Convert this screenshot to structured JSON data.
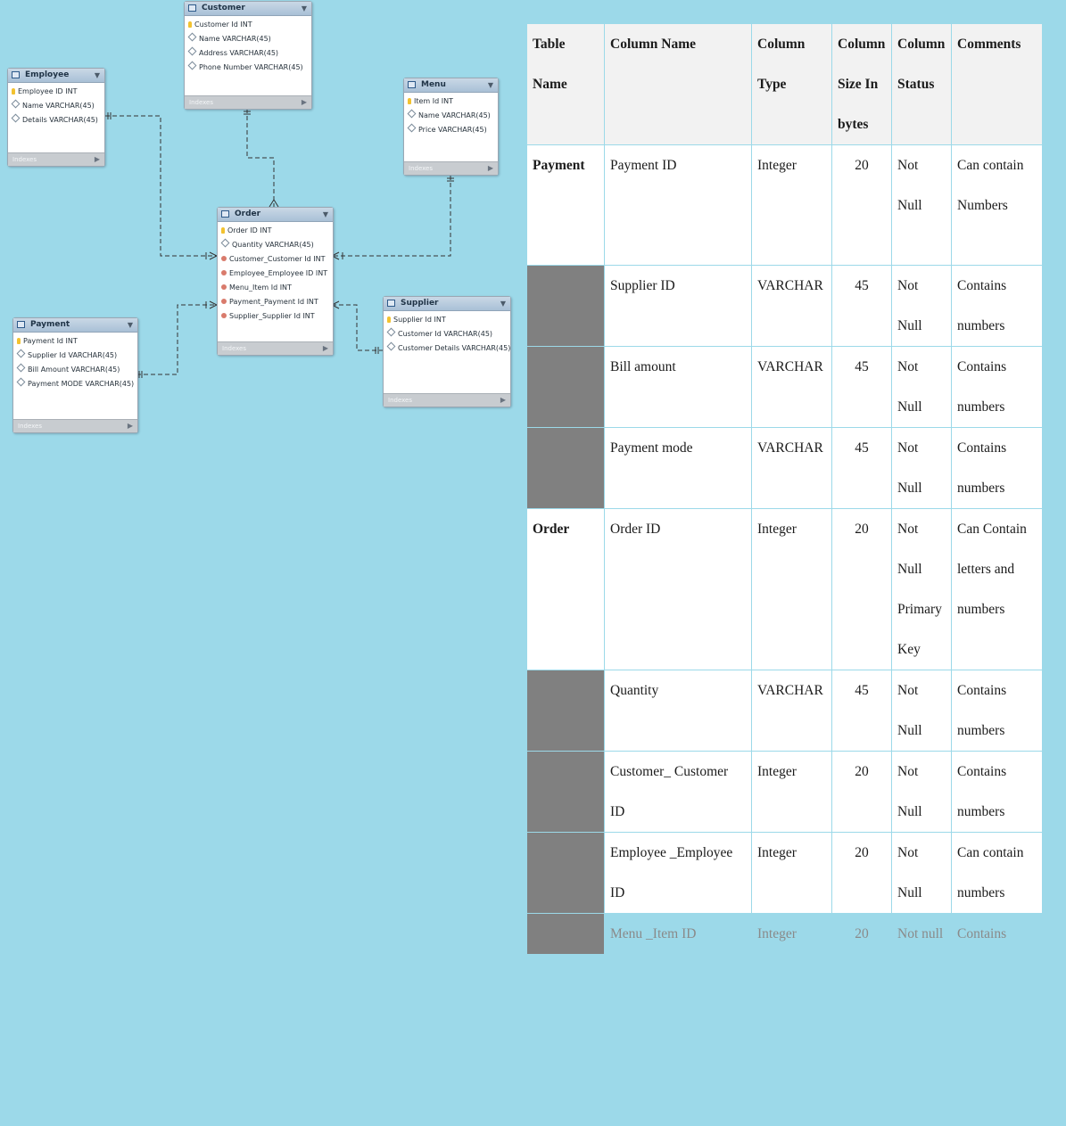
{
  "erd": {
    "entities": {
      "customer": {
        "title": "Customer",
        "columns": [
          "Customer Id INT",
          "Name VARCHAR(45)",
          "Address VARCHAR(45)",
          "Phone Number VARCHAR(45)"
        ],
        "indexes": "Indexes"
      },
      "employee": {
        "title": "Employee",
        "columns": [
          "Employee ID INT",
          "Name VARCHAR(45)",
          "Details VARCHAR(45)"
        ],
        "indexes": "Indexes"
      },
      "menu": {
        "title": "Menu",
        "columns": [
          "Item Id INT",
          "Name VARCHAR(45)",
          "Price VARCHAR(45)"
        ],
        "indexes": "Indexes"
      },
      "order": {
        "title": "Order",
        "columns": [
          "Order ID INT",
          "Quantity VARCHAR(45)",
          "Customer_Customer Id INT",
          "Employee_Employee ID INT",
          "Menu_Item Id INT",
          "Payment_Payment Id INT",
          "Supplier_Supplier Id INT"
        ],
        "indexes": "Indexes"
      },
      "payment": {
        "title": "Payment",
        "columns": [
          "Payment Id INT",
          "Supplier Id VARCHAR(45)",
          "Bill Amount VARCHAR(45)",
          "Payment MODE VARCHAR(45)"
        ],
        "indexes": "Indexes"
      },
      "supplier": {
        "title": "Supplier",
        "columns": [
          "Supplier Id INT",
          "Customer Id VARCHAR(45)",
          "Customer Details VARCHAR(45)"
        ],
        "indexes": "Indexes"
      }
    }
  },
  "table": {
    "headers": {
      "table_name": "Table Name",
      "column_name": "Column Name",
      "column_type": "Column Type",
      "column_size": "Column Size In bytes",
      "column_status": "Column Status",
      "comments": "Comments"
    },
    "rows": [
      {
        "table": "Payment",
        "column": "Payment ID",
        "type": "Integer",
        "size": "20",
        "status": "Not Null",
        "comments": "Can contain Numbers"
      },
      {
        "table": "",
        "column": "Supplier ID",
        "type": "VARCHAR",
        "size": "45",
        "status": "Not Null",
        "comments": "Contains numbers"
      },
      {
        "table": "",
        "column": "Bill amount",
        "type": "VARCHAR",
        "size": "45",
        "status": "Not Null",
        "comments": "Contains numbers"
      },
      {
        "table": "",
        "column": "Payment mode",
        "type": "VARCHAR",
        "size": "45",
        "status": "Not Null",
        "comments": "Contains numbers"
      },
      {
        "table": "Order",
        "column": "Order ID",
        "type": "Integer",
        "size": "20",
        "status": "Not Null Primary Key",
        "comments": "Can Contain letters and numbers"
      },
      {
        "table": "",
        "column": "Quantity",
        "type": "VARCHAR",
        "size": "45",
        "status": "Not Null",
        "comments": "Contains numbers"
      },
      {
        "table": "",
        "column": "Customer_ Customer ID",
        "type": "Integer",
        "size": "20",
        "status": "Not Null",
        "comments": "Contains numbers"
      },
      {
        "table": "",
        "column": "Employee _Employee ID",
        "type": "Integer",
        "size": "20",
        "status": "Not Null",
        "comments": "Can contain numbers"
      },
      {
        "table": "",
        "column": "Menu _Item ID",
        "type": "Integer",
        "size": "20",
        "status": "Not null",
        "comments": "Contains"
      }
    ]
  }
}
